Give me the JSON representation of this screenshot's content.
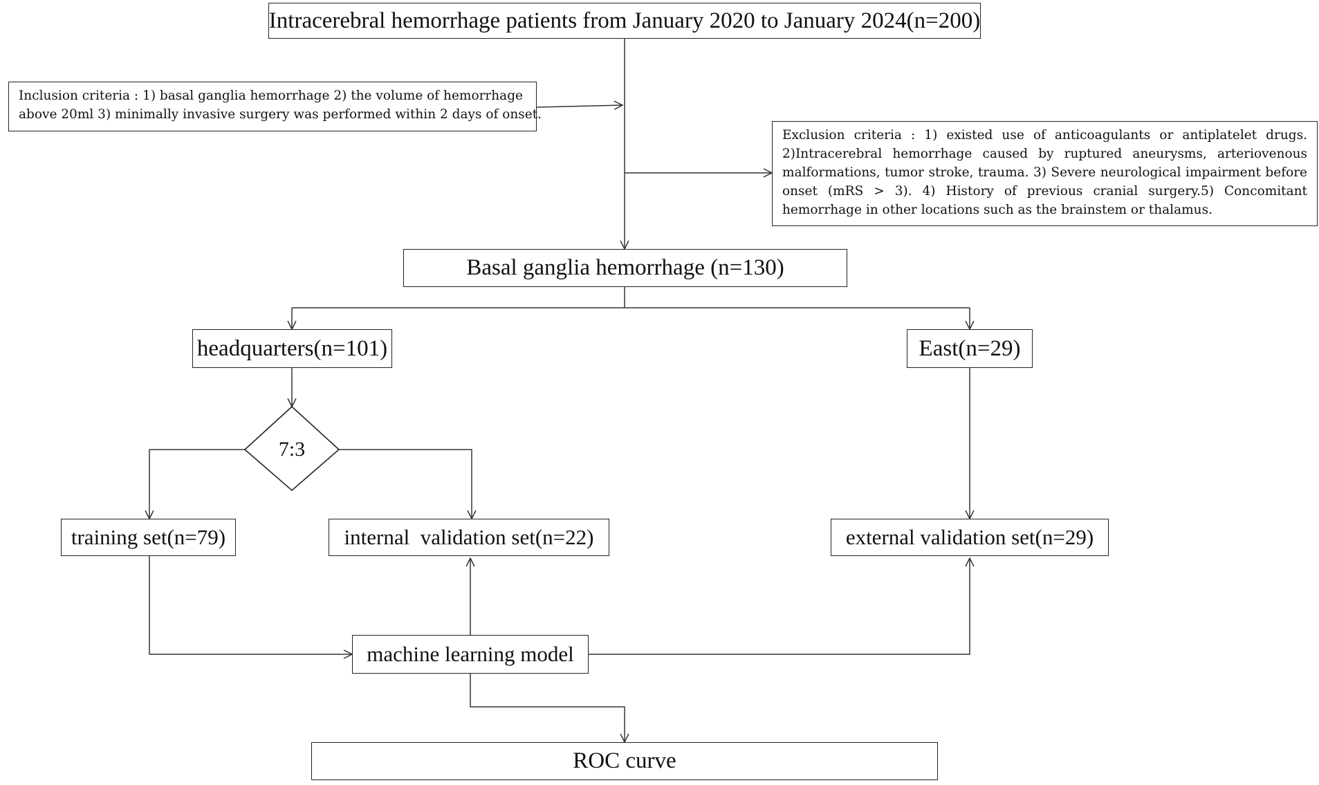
{
  "diagram": {
    "title_box": "Intracerebral hemorrhage patients from January 2020 to January 2024(n=200)",
    "inclusion": {
      "line1": "Inclusion criteria : 1) basal ganglia hemorrhage 2) the volume of hemorrhage",
      "line2": "above 20ml 3) minimally invasive surgery was performed within 2 days of onset."
    },
    "exclusion": {
      "line1": "Exclusion criteria : 1) existed use of anticoagulants or antiplatelet drugs.",
      "line2": "2)Intracerebral hemorrhage caused by ruptured aneurysms, arteriovenous",
      "line3": "malformations, tumor stroke, trauma. 3) Severe neurological impairment before",
      "line4": "onset (mRS > 3). 4) History of previous cranial surgery.5) Concomitant",
      "line5": "hemorrhage in other locations such as the brainstem or thalamus."
    },
    "basal_box": "Basal ganglia hemorrhage (n=130)",
    "headquarters_box": "headquarters(n=101)",
    "east_box": "East(n=29)",
    "split_label": "7:3",
    "training_box": "training set(n=79)",
    "internal_box": "internal  validation set(n=22)",
    "external_box": "external validation set(n=29)",
    "ml_box": "machine learning model",
    "roc_box": "ROC curve"
  }
}
